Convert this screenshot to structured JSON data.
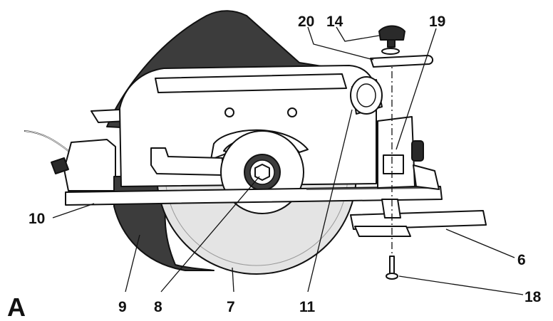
{
  "figure": {
    "letter": "A",
    "callouts": {
      "c20": "20",
      "c14": "14",
      "c19": "19",
      "c10": "10",
      "c6": "6",
      "c18": "18",
      "c9": "9",
      "c8": "8",
      "c7": "7",
      "c11": "11"
    }
  },
  "colors": {
    "ink": "#111111",
    "housing": "#ffffff",
    "dark_guard": "#3c3c3c",
    "blade": "#e4e4e4"
  },
  "icons": {
    "main": "circular-saw-illustration"
  }
}
